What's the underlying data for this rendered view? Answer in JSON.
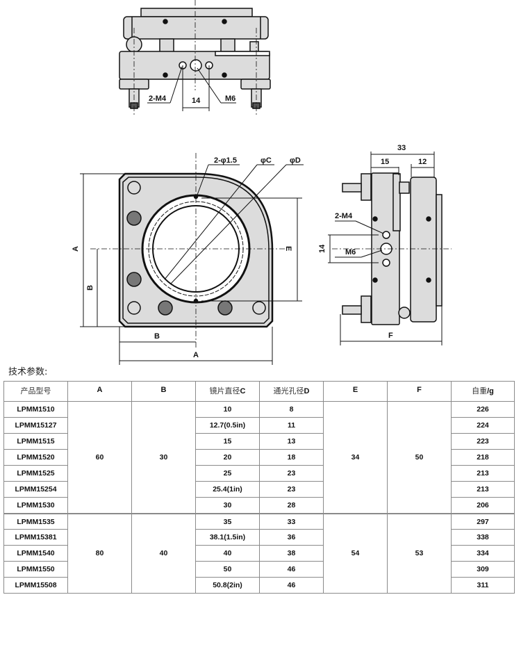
{
  "drawings": {
    "top_view": {
      "labels": {
        "m4": "2-M4",
        "dim14": "14",
        "m6": "M6"
      }
    },
    "front_view": {
      "labels": {
        "hole": "2-φ1.5",
        "c": "φC",
        "d": "φD",
        "a_vertical": "A",
        "b_vertical": "B",
        "e": "E",
        "b_horizontal": "B",
        "a_horizontal": "A"
      }
    },
    "side_view": {
      "labels": {
        "dim33": "33",
        "dim15": "15",
        "dim12": "12",
        "m4": "2-M4",
        "m6": "M6",
        "dim14": "14",
        "f": "F"
      }
    }
  },
  "section_title": "技术参数:",
  "table": {
    "headers": [
      {
        "cn": "产品型号",
        "en": ""
      },
      {
        "cn": "",
        "en": "A"
      },
      {
        "cn": "",
        "en": "B"
      },
      {
        "cn": "镜片直径",
        "en": "C"
      },
      {
        "cn": "通光孔径",
        "en": "D"
      },
      {
        "cn": "",
        "en": "E"
      },
      {
        "cn": "",
        "en": "F"
      },
      {
        "cn": "自重",
        "en": "/g"
      }
    ],
    "groups": [
      {
        "A": "60",
        "B": "30",
        "E": "34",
        "F": "50",
        "rows": [
          {
            "model": "LPMM1510",
            "C": "10",
            "D": "8",
            "weight": "226"
          },
          {
            "model": "LPMM15127",
            "C": "12.7(0.5in)",
            "D": "11",
            "weight": "224"
          },
          {
            "model": "LPMM1515",
            "C": "15",
            "D": "13",
            "weight": "223"
          },
          {
            "model": "LPMM1520",
            "C": "20",
            "D": "18",
            "weight": "218"
          },
          {
            "model": "LPMM1525",
            "C": "25",
            "D": "23",
            "weight": "213"
          },
          {
            "model": "LPMM15254",
            "C": "25.4(1in)",
            "D": "23",
            "weight": "213"
          },
          {
            "model": "LPMM1530",
            "C": "30",
            "D": "28",
            "weight": "206"
          }
        ]
      },
      {
        "A": "80",
        "B": "40",
        "E": "54",
        "F": "53",
        "rows": [
          {
            "model": "LPMM1535",
            "C": "35",
            "D": "33",
            "weight": "297"
          },
          {
            "model": "LPMM15381",
            "C": "38.1(1.5in)",
            "D": "36",
            "weight": "338"
          },
          {
            "model": "LPMM1540",
            "C": "40",
            "D": "38",
            "weight": "334"
          },
          {
            "model": "LPMM1550",
            "C": "50",
            "D": "46",
            "weight": "309"
          },
          {
            "model": "LPMM15508",
            "C": "50.8(2in)",
            "D": "46",
            "weight": "311"
          }
        ]
      }
    ]
  }
}
